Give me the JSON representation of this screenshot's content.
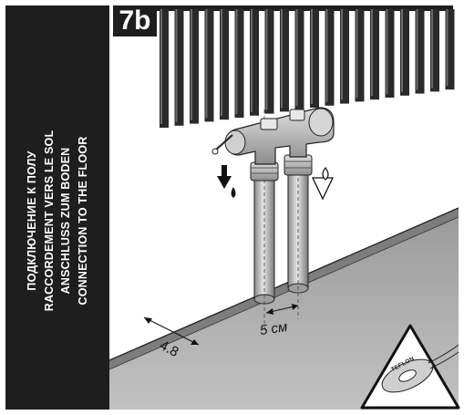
{
  "step": {
    "label": "7b"
  },
  "caption": {
    "lines": [
      "ПОДКЛЮЧЕНИЕ К ПОЛУ",
      "RACCORDEMENT VERS LE SOL",
      "ANSCHLUSS ZUM BODEN",
      "CONNECTION TO THE FLOOR"
    ]
  },
  "dimensions": {
    "wall_distance": "4.8",
    "pipe_spacing": "5 см"
  },
  "tape": {
    "brand": "TEFLON"
  },
  "icons": {
    "inlet": "filled-arrow-down-drop-icon",
    "outlet": "outline-arrow-down-drop-icon",
    "warning": "warning-triangle-icon"
  },
  "colors": {
    "sidebar": "#1e1e1e",
    "radiator": "#2a2a2a",
    "pipe": "#bdbdbd",
    "floor": "#a8a8a8"
  }
}
